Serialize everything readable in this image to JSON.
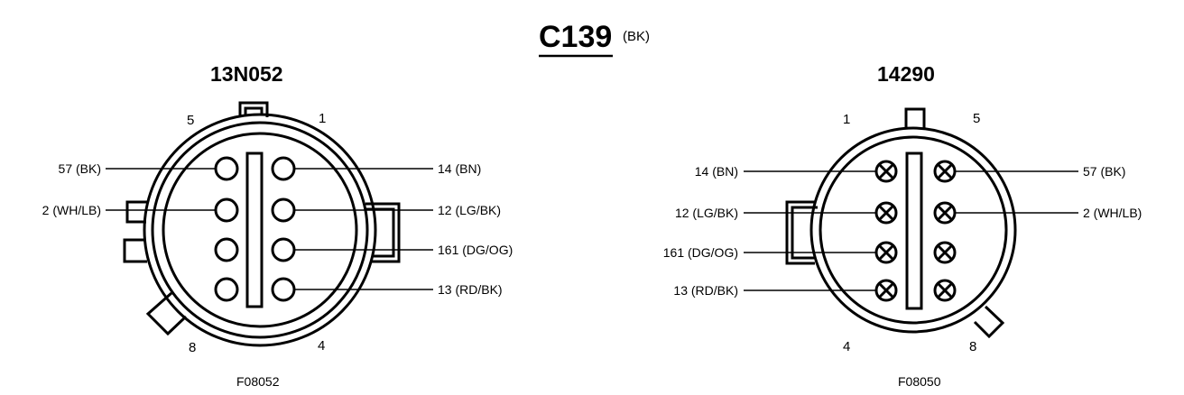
{
  "connector": {
    "id": "C139",
    "color": "(BK)"
  },
  "left": {
    "part": "13N052",
    "pin_top_left": "5",
    "pin_top_right": "1",
    "pin_bottom_left": "8",
    "pin_bottom_right": "4",
    "figure": "F08052",
    "wires": {
      "left_1": "57 (BK)",
      "left_2": "2 (WH/LB)",
      "right_1": "14 (BN)",
      "right_2": "12 (LG/BK)",
      "right_3": "161 (DG/OG)",
      "right_4": "13 (RD/BK)"
    }
  },
  "right": {
    "part": "14290",
    "pin_top_left": "1",
    "pin_top_right": "5",
    "pin_bottom_left": "4",
    "pin_bottom_right": "8",
    "figure": "F08050",
    "wires": {
      "left_1": "14 (BN)",
      "left_2": "12 (LG/BK)",
      "left_3": "161 (DG/OG)",
      "left_4": "13 (RD/BK)",
      "right_1": "57 (BK)",
      "right_2": "2 (WH/LB)"
    }
  }
}
